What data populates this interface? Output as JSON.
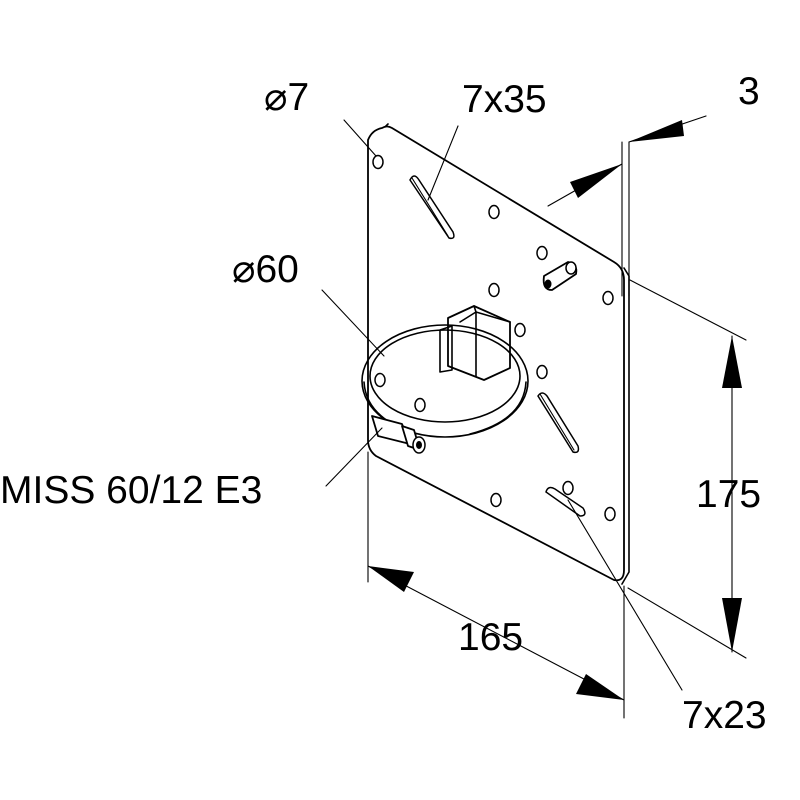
{
  "labels": {
    "hole_diameter": "⌀7",
    "slot_top": "7x35",
    "thickness": "3",
    "clamp_diameter": "⌀60",
    "product_code": "MISS 60/12 E3",
    "height": "175",
    "width": "165",
    "slot_bottom": "7x23"
  }
}
